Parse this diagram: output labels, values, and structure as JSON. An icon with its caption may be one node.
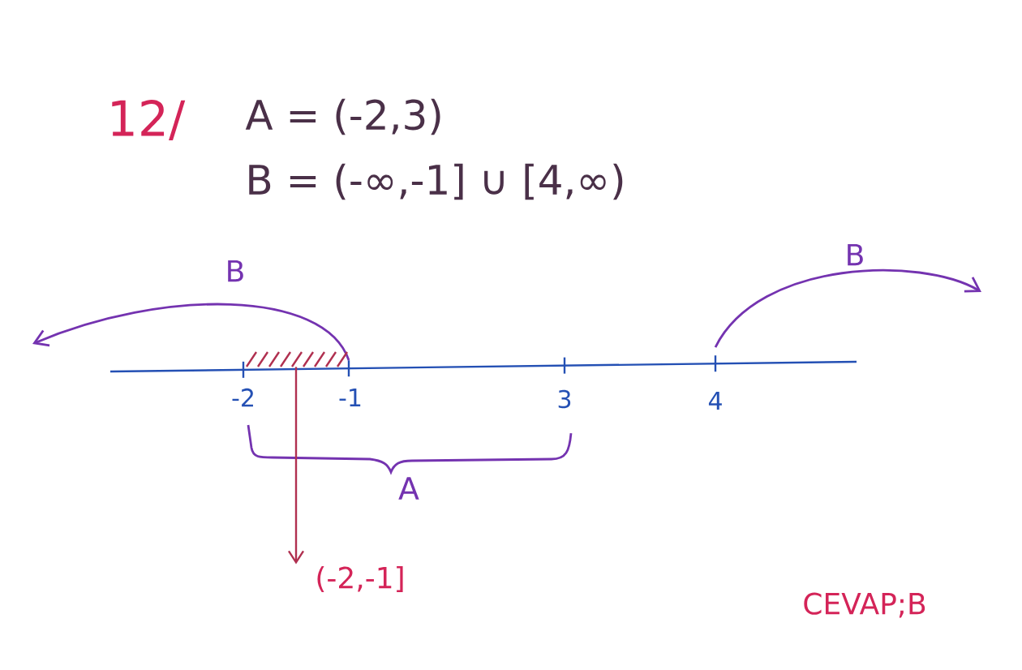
{
  "diagram": {
    "nodes": [
      {
        "text": [],
        "shape": "bar"
      },
      {
        "text": [
          "(-2,-1]"
        ]
      }
    ],
    "edges": [
      {
        "from": 0,
        "to": 1,
        "arrow": "to"
      }
    ],
    "labels": [
      "12/",
      "A = (-2,3)",
      "B = (-∞,-1] ∪ [4,∞)",
      "B",
      "B",
      "-2",
      "-1",
      "3",
      "4",
      "A",
      "CEVAP;B"
    ]
  }
}
